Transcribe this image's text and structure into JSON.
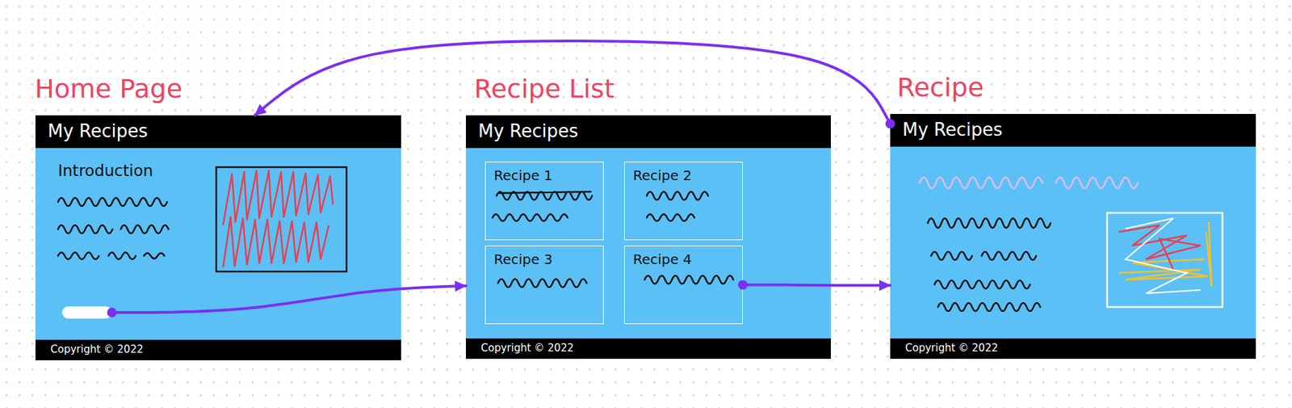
{
  "diagram": {
    "nodes": [
      {
        "text": [
          "Home Page",
          "Introduction"
        ]
      },
      {
        "text": [
          "My Recipes"
        ],
        "in": 0
      },
      {
        "text": [],
        "in": 0
      },
      {
        "text": [
          "Copyright © 2022"
        ],
        "in": 0
      },
      {
        "text": [
          "Recipe List"
        ]
      },
      {
        "text": [
          "My Recipes"
        ],
        "in": 4
      },
      {
        "text": [
          "Recipe 1"
        ],
        "in": 4
      },
      {
        "text": [
          "Recipe 2"
        ],
        "in": 4
      },
      {
        "text": [
          "Recipe 3"
        ],
        "in": 4
      },
      {
        "text": [
          "Recipe 4"
        ],
        "in": 4
      },
      {
        "text": [
          "Copyright © 2022"
        ],
        "in": 4
      },
      {
        "text": [
          "Recipe"
        ]
      },
      {
        "text": [
          "My Recipes"
        ],
        "in": 11
      },
      {
        "text": [
          "Copyright © 2022"
        ],
        "in": 11
      }
    ],
    "edges": [
      {
        "from": 2,
        "to": 4,
        "arrow": "to"
      },
      {
        "from": 9,
        "to": 11,
        "arrow": "to"
      },
      {
        "from": 12,
        "to": 1,
        "arrow": "to"
      }
    ]
  }
}
